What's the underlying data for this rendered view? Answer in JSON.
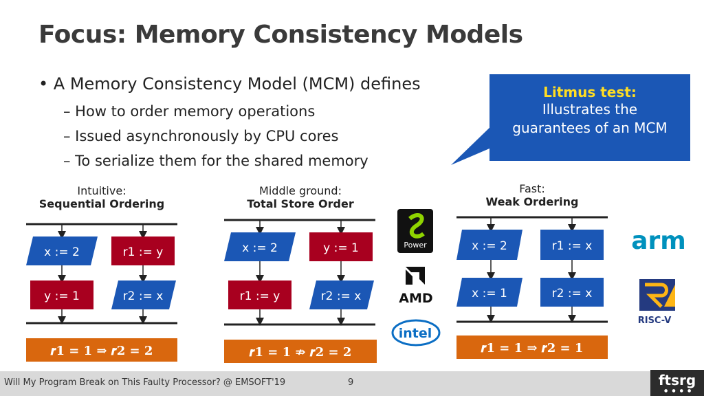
{
  "slide": {
    "title": "Focus: Memory Consistency Models",
    "bullet": "• A Memory Consistency Model (MCM) defines",
    "subs": [
      "– How to order memory operations",
      "– Issued asynchronously by CPU cores",
      "– To serialize them for the shared memory"
    ]
  },
  "callout": {
    "heading": "Litmus test:",
    "line1": "Illustrates the",
    "line2": "guarantees of an MCM"
  },
  "models": [
    {
      "caption": "Intuitive:",
      "name": "Sequential Ordering",
      "ops": [
        [
          "x := 2",
          "r1 := y"
        ],
        [
          "y := 1",
          "r2 := x"
        ]
      ],
      "result": "𝒓𝟏 = 𝟏   ⇒   𝒓𝟐 = 𝟐"
    },
    {
      "caption": "Middle ground:",
      "name": "Total Store Order",
      "ops": [
        [
          "x := 2",
          "y := 1"
        ],
        [
          "r1 := y",
          "r2 := x"
        ]
      ],
      "result": "𝒓𝟏 = 𝟏 ⇏ 𝒓𝟐 = 𝟐"
    },
    {
      "caption": "Fast:",
      "name": "Weak Ordering",
      "ops": [
        [
          "x := 2",
          "r1 := x"
        ],
        [
          "x := 1",
          "r2 := x"
        ]
      ],
      "result": "𝒓𝟏 = 𝟏   ⇒   𝒓𝟐 = 𝟏"
    }
  ],
  "logos": {
    "power": "Power",
    "amd": "AMD",
    "intel": "intel",
    "arm": "arm",
    "riscv": "RISC-V"
  },
  "colors": {
    "blue": "#1b57b5",
    "red": "#a8001f",
    "orange": "#d9670e"
  },
  "footer": {
    "text": "Will My Program Break on This Faulty Processor? @ EMSOFT'19",
    "page": "9",
    "brand": "ftsrg"
  }
}
